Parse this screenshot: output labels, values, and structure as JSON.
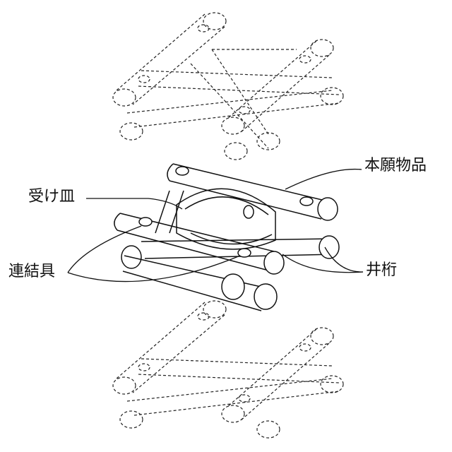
{
  "labels": {
    "product": "本願物品",
    "tray": "受け皿",
    "connector": "連結具",
    "frame": "井桁"
  },
  "colors": {
    "line": "#111111",
    "background": "#ffffff"
  }
}
